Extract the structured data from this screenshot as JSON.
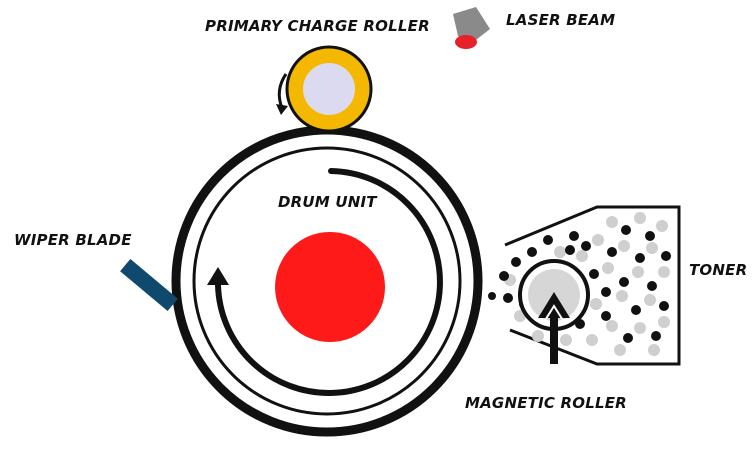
{
  "labels": {
    "primary_charge_roller": "PRIMARY CHARGE ROLLER",
    "laser_beam": "LASER BEAM",
    "drum_unit": "DRUM UNIT",
    "wiper_blade": "WIPER BLADE",
    "toner": "TONER",
    "magnetic_roller": "MAGNETIC ROLLER"
  },
  "colors": {
    "drum_core": "#ff1a1a",
    "charge_roller_outer": "#f5b800",
    "charge_roller_inner": "#dcdaf0",
    "wiper_blade": "#0f4a6e",
    "laser_housing": "#8a8a8a",
    "laser_emitter": "#e8202a",
    "toner_dark": "#111111",
    "toner_light": "#cfcfcf",
    "outline": "#111111"
  }
}
